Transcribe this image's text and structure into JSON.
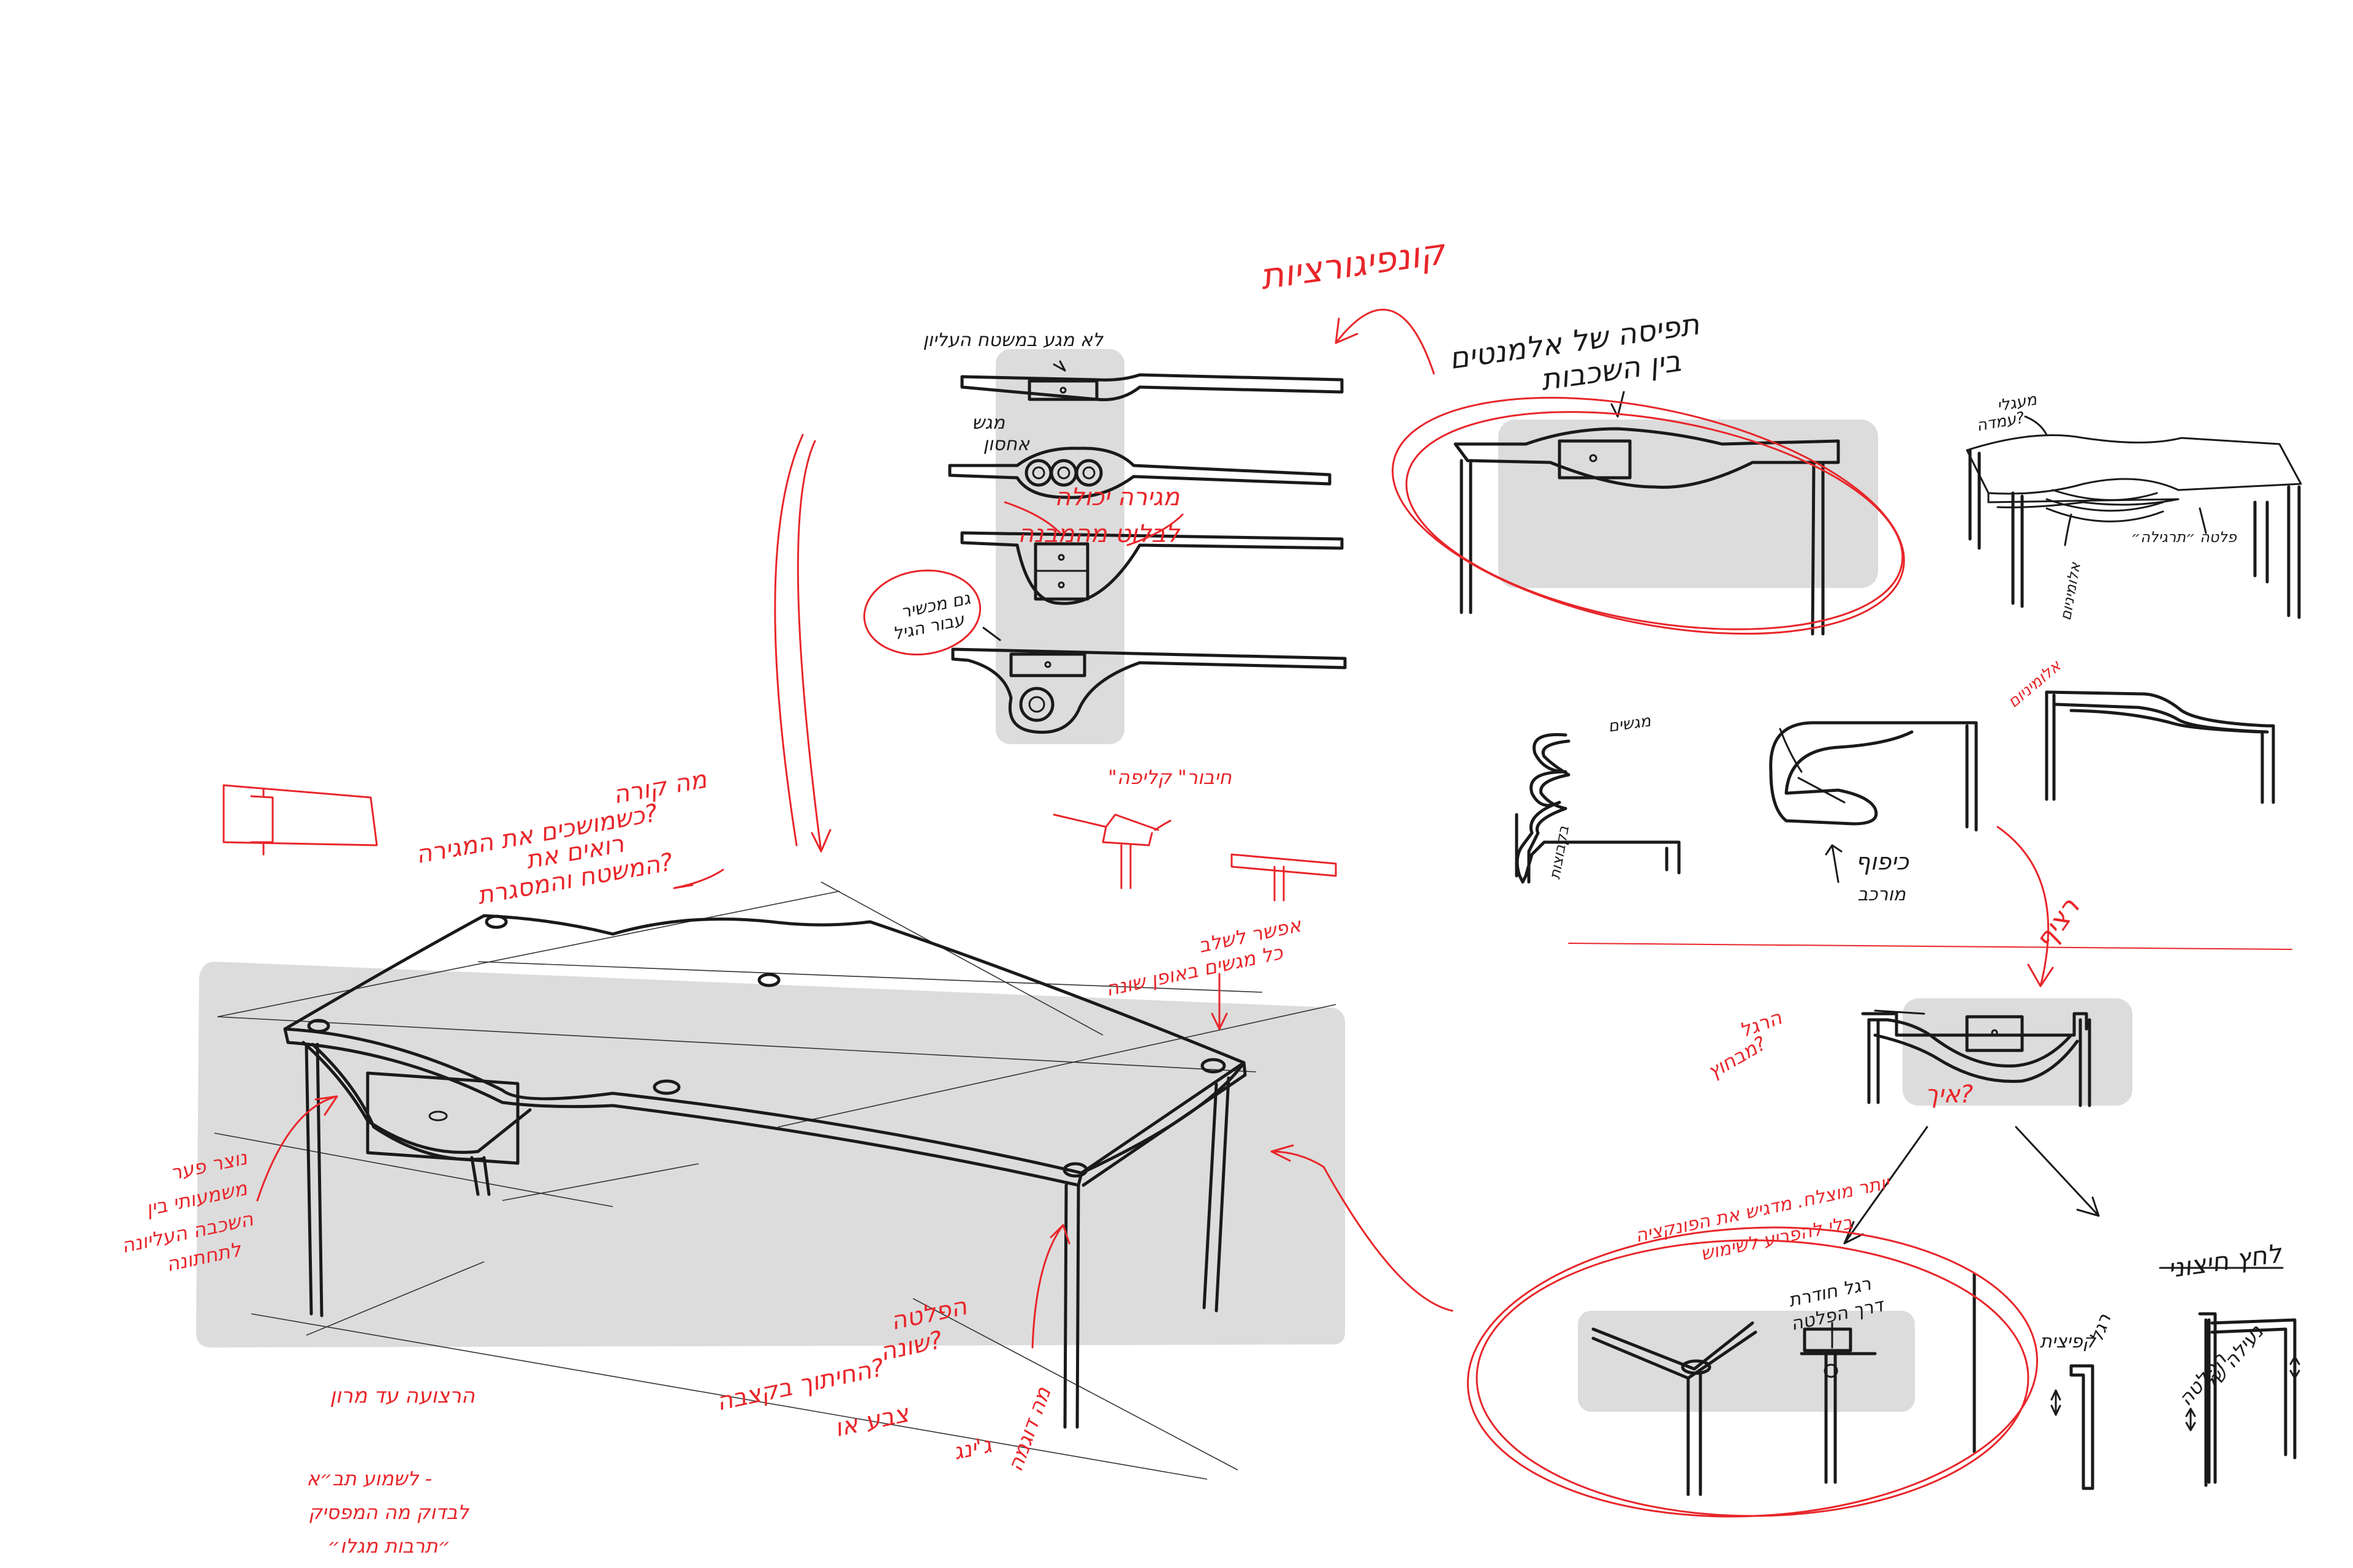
{
  "colors": {
    "ink": "#1a1a1a",
    "annotation": "#e8262a",
    "shade": "#dcdcdc",
    "paper": "#ffffff"
  },
  "notes": {
    "konfiguratsiyot": "קונפיגורציות",
    "tfisa_1": "תפיסה של אלמנטים",
    "tfisa_2": "בין השכבות",
    "top_label": "לא מגע במשטח העליון",
    "shelf_label_1": "מגש",
    "shelf_label_2": "אחסון",
    "mgira_1": "מגירה יכולה",
    "mgira_2": "לבלוט מהמבנה",
    "circle_note_1": "גם מכשיר",
    "circle_note_2": "עבור הגיל",
    "kora_1": "מה קורה",
    "kora_2": "כשמושכים את המגירה?",
    "kora_3": "רואים את",
    "kora_4": "המשטח והמסגרת?",
    "kliha": "\"חיבור\" קליפה",
    "efshar_1": "אפשר לשלב",
    "efshar_2": "כל מגשים באופן שונה",
    "nozer_1": "נוצר פער",
    "nozer_2": "משמעותי בין",
    "nozer_3": "השכבה העליונה",
    "nozer_4": "לתחתונה",
    "tzva_1": "הפלטה",
    "tzva_2": "שונה?",
    "tzva_3": "מה דוגמה",
    "tzva_4": "צבע או",
    "tzva_5": "החיתוך בקצבה?",
    "tzva_6": "ג'ינג",
    "hartzua": "הרצועה עד מרון",
    "bottom_1": "לשמוע תב״א -",
    "bottom_2": "לבדוק מה המפסיק",
    "bottom_3": "״תרבות מגלו״",
    "drawer_right_1": "מעגלי",
    "drawer_right_2": "עמדה?",
    "right_alu": "אלומיניום",
    "right_plate": "פלטה ״תרגילה״",
    "right_alu_2": "אלומיניום",
    "right_mgashim": "מגשים",
    "right_mgashim_2": "בקבוצות",
    "kipuf_1": "כיפוף",
    "kipuf_2": "מורכב",
    "ratzif": "רציף",
    "haragel_1": "הרגל",
    "haragel_2": "מבחוץ?",
    "eich": "איך?",
    "yoter_1": "יותר מוצלח. מדגיש את הפונקציה",
    "yoter_2": "בלי להפריע לשימוש",
    "regel_hod_1": "רגל חודרת",
    "regel_hod_2": "דרך הפלטה",
    "lahatz": "לחץ חיצוני",
    "regel_kfitza_1": "רגל",
    "regel_kfitza_2": "קפיצית",
    "naila_1": "נעילה של",
    "naila_2": "הפלטה"
  }
}
